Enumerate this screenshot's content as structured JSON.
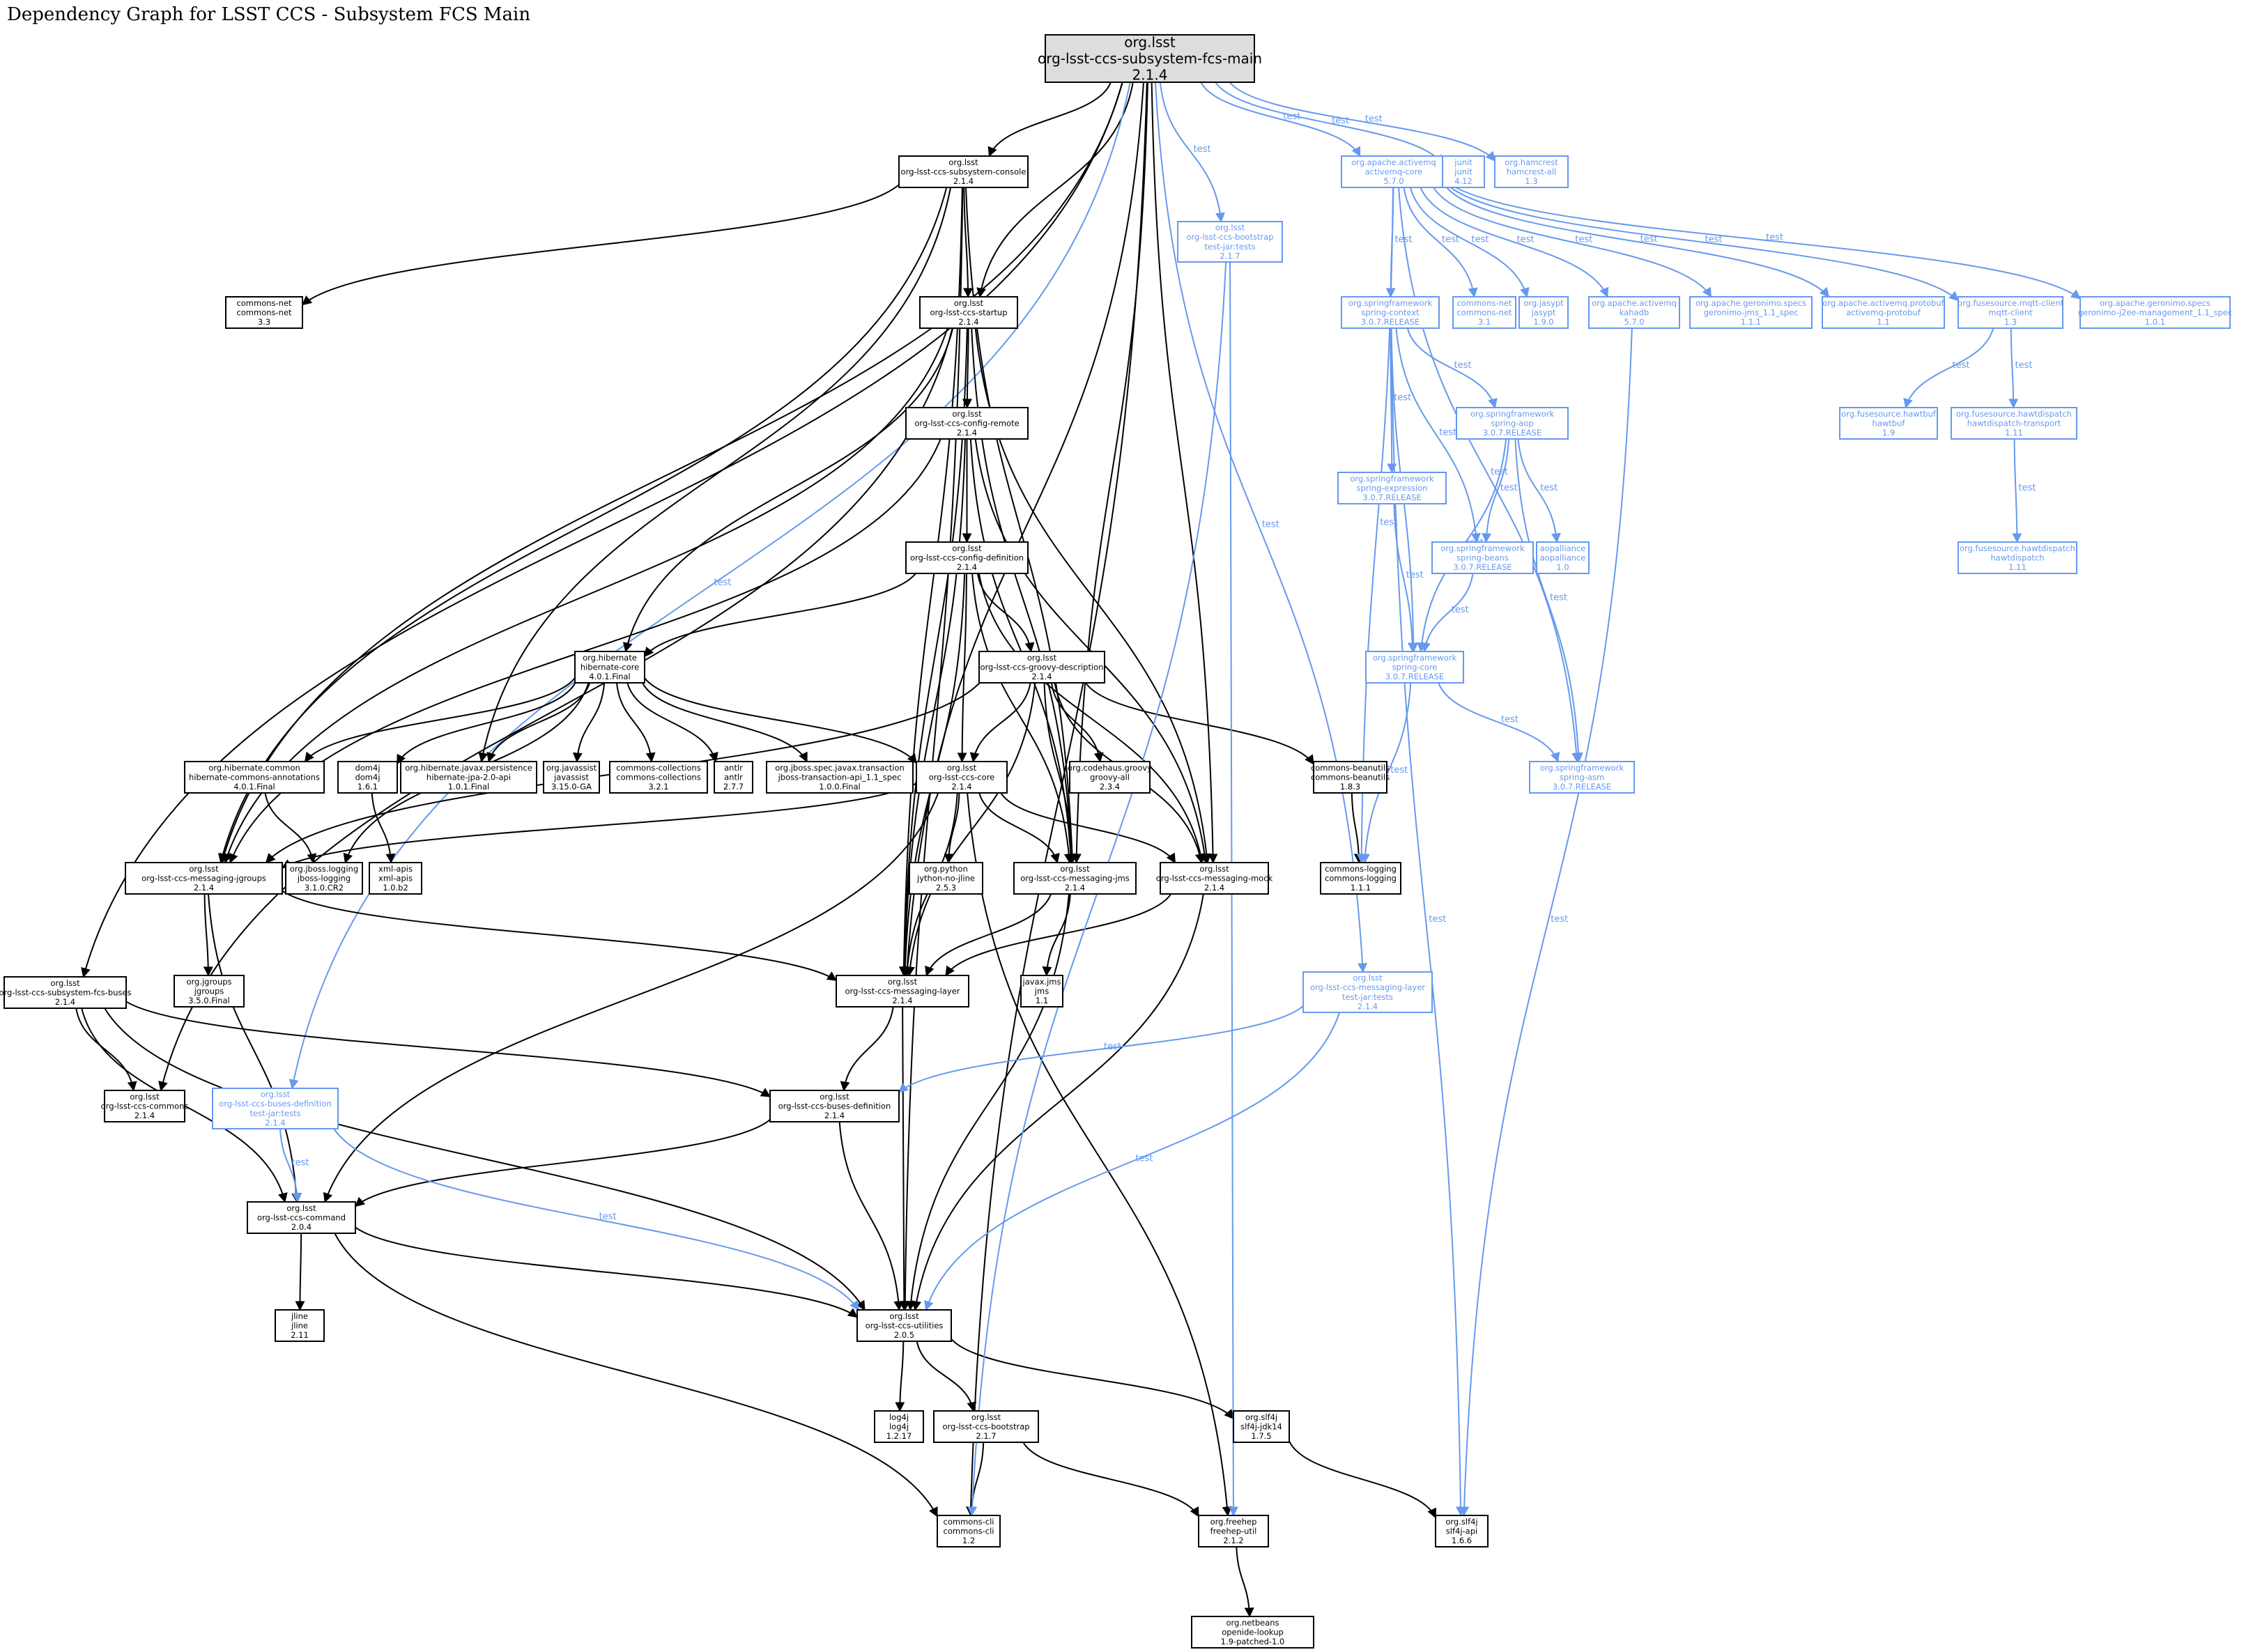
{
  "title": "Dependency Graph for LSST CCS - Subsystem FCS Main",
  "colors": {
    "compile": "#000000",
    "test": "#6699ee",
    "root_fill": "#dddddd",
    "node_fill": "#ffffff"
  },
  "edge_label_test": "test",
  "nodes": [
    {
      "id": "root",
      "lines": [
        "org.lsst",
        "org-lsst-ccs-subsystem-fcs-main",
        "2.1.4"
      ],
      "scope": "root"
    },
    {
      "id": "console",
      "lines": [
        "org.lsst",
        "org-lsst-ccs-subsystem-console",
        "2.1.4"
      ],
      "scope": "compile"
    },
    {
      "id": "bootstrap_tests",
      "lines": [
        "org.lsst",
        "org-lsst-ccs-bootstrap",
        "test-jar:tests",
        "2.1.7"
      ],
      "scope": "test"
    },
    {
      "id": "activemq_core",
      "lines": [
        "org.apache.activemq",
        "activemq-core",
        "5.7.0"
      ],
      "scope": "test"
    },
    {
      "id": "junit",
      "lines": [
        "junit",
        "junit",
        "4.12"
      ],
      "scope": "test"
    },
    {
      "id": "hamcrest",
      "lines": [
        "org.hamcrest",
        "hamcrest-all",
        "1.3"
      ],
      "scope": "test"
    },
    {
      "id": "commons_net",
      "lines": [
        "commons-net",
        "commons-net",
        "3.3"
      ],
      "scope": "compile"
    },
    {
      "id": "startup",
      "lines": [
        "org.lsst",
        "org-lsst-ccs-startup",
        "2.1.4"
      ],
      "scope": "compile"
    },
    {
      "id": "spring_context",
      "lines": [
        "org.springframework",
        "spring-context",
        "3.0.7.RELEASE"
      ],
      "scope": "test"
    },
    {
      "id": "commons_net_31",
      "lines": [
        "commons-net",
        "commons-net",
        "3.1"
      ],
      "scope": "test"
    },
    {
      "id": "jasypt",
      "lines": [
        "org.jasypt",
        "jasypt",
        "1.9.0"
      ],
      "scope": "test"
    },
    {
      "id": "kahadb",
      "lines": [
        "org.apache.activemq",
        "kahadb",
        "5.7.0"
      ],
      "scope": "test"
    },
    {
      "id": "geronimo_jms",
      "lines": [
        "org.apache.geronimo.specs",
        "geronimo-jms_1.1_spec",
        "1.1.1"
      ],
      "scope": "test"
    },
    {
      "id": "activemq_protobuf",
      "lines": [
        "org.apache.activemq.protobuf",
        "activemq-protobuf",
        "1.1"
      ],
      "scope": "test"
    },
    {
      "id": "mqtt_client",
      "lines": [
        "org.fusesource.mqtt-client",
        "mqtt-client",
        "1.3"
      ],
      "scope": "test"
    },
    {
      "id": "geronimo_mgmt",
      "lines": [
        "org.apache.geronimo.specs",
        "geronimo-j2ee-management_1.1_spec",
        "1.0.1"
      ],
      "scope": "test"
    },
    {
      "id": "config_remote",
      "lines": [
        "org.lsst",
        "org-lsst-ccs-config-remote",
        "2.1.4"
      ],
      "scope": "compile"
    },
    {
      "id": "spring_aop",
      "lines": [
        "org.springframework",
        "spring-aop",
        "3.0.7.RELEASE"
      ],
      "scope": "test"
    },
    {
      "id": "hawtbuf",
      "lines": [
        "org.fusesource.hawtbuf",
        "hawtbuf",
        "1.9"
      ],
      "scope": "test"
    },
    {
      "id": "hawtdispatch_transport",
      "lines": [
        "org.fusesource.hawtdispatch",
        "hawtdispatch-transport",
        "1.11"
      ],
      "scope": "test"
    },
    {
      "id": "spring_expression",
      "lines": [
        "org.springframework",
        "spring-expression",
        "3.0.7.RELEASE"
      ],
      "scope": "test"
    },
    {
      "id": "spring_beans",
      "lines": [
        "org.springframework",
        "spring-beans",
        "3.0.7.RELEASE"
      ],
      "scope": "test"
    },
    {
      "id": "aopalliance",
      "lines": [
        "aopalliance",
        "aopalliance",
        "1.0"
      ],
      "scope": "test"
    },
    {
      "id": "config_definition",
      "lines": [
        "org.lsst",
        "org-lsst-ccs-config-definition",
        "2.1.4"
      ],
      "scope": "compile"
    },
    {
      "id": "hawtdispatch",
      "lines": [
        "org.fusesource.hawtdispatch",
        "hawtdispatch",
        "1.11"
      ],
      "scope": "test"
    },
    {
      "id": "hibernate_core",
      "lines": [
        "org.hibernate",
        "hibernate-core",
        "4.0.1.Final"
      ],
      "scope": "compile"
    },
    {
      "id": "groovy_description",
      "lines": [
        "org.lsst",
        "org-lsst-ccs-groovy-description",
        "2.1.4"
      ],
      "scope": "compile"
    },
    {
      "id": "spring_core",
      "lines": [
        "org.springframework",
        "spring-core",
        "3.0.7.RELEASE"
      ],
      "scope": "test"
    },
    {
      "id": "hibernate_annotations",
      "lines": [
        "org.hibernate.common",
        "hibernate-commons-annotations",
        "4.0.1.Final"
      ],
      "scope": "compile"
    },
    {
      "id": "dom4j",
      "lines": [
        "dom4j",
        "dom4j",
        "1.6.1"
      ],
      "scope": "compile"
    },
    {
      "id": "jpa_api",
      "lines": [
        "org.hibernate.javax.persistence",
        "hibernate-jpa-2.0-api",
        "1.0.1.Final"
      ],
      "scope": "compile"
    },
    {
      "id": "javassist",
      "lines": [
        "org.javassist",
        "javassist",
        "3.15.0-GA"
      ],
      "scope": "compile"
    },
    {
      "id": "commons_collections",
      "lines": [
        "commons-collections",
        "commons-collections",
        "3.2.1"
      ],
      "scope": "compile"
    },
    {
      "id": "antlr",
      "lines": [
        "antlr",
        "antlr",
        "2.7.7"
      ],
      "scope": "compile"
    },
    {
      "id": "jboss_transaction",
      "lines": [
        "org.jboss.spec.javax.transaction",
        "jboss-transaction-api_1.1_spec",
        "1.0.0.Final"
      ],
      "scope": "compile"
    },
    {
      "id": "ccs_core",
      "lines": [
        "org.lsst",
        "org-lsst-ccs-core",
        "2.1.4"
      ],
      "scope": "compile"
    },
    {
      "id": "groovy_all",
      "lines": [
        "org.codehaus.groovy",
        "groovy-all",
        "2.3.4"
      ],
      "scope": "compile"
    },
    {
      "id": "commons_beanutils",
      "lines": [
        "commons-beanutils",
        "commons-beanutils",
        "1.8.3"
      ],
      "scope": "compile"
    },
    {
      "id": "spring_asm",
      "lines": [
        "org.springframework",
        "spring-asm",
        "3.0.7.RELEASE"
      ],
      "scope": "test"
    },
    {
      "id": "messaging_jgroups",
      "lines": [
        "org.lsst",
        "org-lsst-ccs-messaging-jgroups",
        "2.1.4"
      ],
      "scope": "compile"
    },
    {
      "id": "jboss_logging",
      "lines": [
        "org.jboss.logging",
        "jboss-logging",
        "3.1.0.CR2"
      ],
      "scope": "compile"
    },
    {
      "id": "xml_apis",
      "lines": [
        "xml-apis",
        "xml-apis",
        "1.0.b2"
      ],
      "scope": "compile"
    },
    {
      "id": "jython",
      "lines": [
        "org.python",
        "jython-no-jline",
        "2.5.3"
      ],
      "scope": "compile"
    },
    {
      "id": "messaging_jms",
      "lines": [
        "org.lsst",
        "org-lsst-ccs-messaging-jms",
        "2.1.4"
      ],
      "scope": "compile"
    },
    {
      "id": "messaging_mock",
      "lines": [
        "org.lsst",
        "org-lsst-ccs-messaging-mock",
        "2.1.4"
      ],
      "scope": "compile"
    },
    {
      "id": "commons_logging",
      "lines": [
        "commons-logging",
        "commons-logging",
        "1.1.1"
      ],
      "scope": "compile"
    },
    {
      "id": "jgroups",
      "lines": [
        "org.jgroups",
        "jgroups",
        "3.5.0.Final"
      ],
      "scope": "compile"
    },
    {
      "id": "messaging_layer",
      "lines": [
        "org.lsst",
        "org-lsst-ccs-messaging-layer",
        "2.1.4"
      ],
      "scope": "compile"
    },
    {
      "id": "javax_jms",
      "lines": [
        "javax.jms",
        "jms",
        "1.1"
      ],
      "scope": "compile"
    },
    {
      "id": "messaging_layer_tests",
      "lines": [
        "org.lsst",
        "org-lsst-ccs-messaging-layer",
        "test-jar:tests",
        "2.1.4"
      ],
      "scope": "test"
    },
    {
      "id": "fcs_buses",
      "lines": [
        "org.lsst",
        "org-lsst-ccs-subsystem-fcs-buses",
        "2.1.4"
      ],
      "scope": "compile"
    },
    {
      "id": "ccs_commons",
      "lines": [
        "org.lsst",
        "org-lsst-ccs-commons",
        "2.1.4"
      ],
      "scope": "compile"
    },
    {
      "id": "buses_def_tests",
      "lines": [
        "org.lsst",
        "org-lsst-ccs-buses-definition",
        "test-jar:tests",
        "2.1.4"
      ],
      "scope": "test"
    },
    {
      "id": "buses_definition",
      "lines": [
        "org.lsst",
        "org-lsst-ccs-buses-definition",
        "2.1.4"
      ],
      "scope": "compile"
    },
    {
      "id": "ccs_command",
      "lines": [
        "org.lsst",
        "org-lsst-ccs-command",
        "2.0.4"
      ],
      "scope": "compile"
    },
    {
      "id": "jline",
      "lines": [
        "jline",
        "jline",
        "2.11"
      ],
      "scope": "compile"
    },
    {
      "id": "ccs_utilities",
      "lines": [
        "org.lsst",
        "org-lsst-ccs-utilities",
        "2.0.5"
      ],
      "scope": "compile"
    },
    {
      "id": "log4j",
      "lines": [
        "log4j",
        "log4j",
        "1.2.17"
      ],
      "scope": "compile"
    },
    {
      "id": "ccs_bootstrap",
      "lines": [
        "org.lsst",
        "org-lsst-ccs-bootstrap",
        "2.1.7"
      ],
      "scope": "compile"
    },
    {
      "id": "slf4j_jdk14",
      "lines": [
        "org.slf4j",
        "slf4j-jdk14",
        "1.7.5"
      ],
      "scope": "compile"
    },
    {
      "id": "commons_cli",
      "lines": [
        "commons-cli",
        "commons-cli",
        "1.2"
      ],
      "scope": "compile"
    },
    {
      "id": "freehep_util",
      "lines": [
        "org.freehep",
        "freehep-util",
        "2.1.2"
      ],
      "scope": "compile"
    },
    {
      "id": "slf4j_api",
      "lines": [
        "org.slf4j",
        "slf4j-api",
        "1.6.6"
      ],
      "scope": "compile"
    },
    {
      "id": "openide_lookup",
      "lines": [
        "org.netbeans",
        "openide-lookup",
        "1.9-patched-1.0"
      ],
      "scope": "compile"
    }
  ],
  "edges": [
    [
      "root",
      "console",
      "compile"
    ],
    [
      "root",
      "startup",
      "compile"
    ],
    [
      "root",
      "fcs_buses",
      "compile"
    ],
    [
      "root",
      "messaging_jgroups",
      "compile"
    ],
    [
      "root",
      "messaging_jms",
      "compile"
    ],
    [
      "root",
      "messaging_mock",
      "compile"
    ],
    [
      "root",
      "messaging_layer",
      "compile"
    ],
    [
      "root",
      "commons_cli",
      "compile"
    ],
    [
      "root",
      "bootstrap_tests",
      "test"
    ],
    [
      "root",
      "activemq_core",
      "test"
    ],
    [
      "root",
      "junit",
      "test"
    ],
    [
      "root",
      "hamcrest",
      "test"
    ],
    [
      "root",
      "messaging_layer_tests",
      "test"
    ],
    [
      "root",
      "buses_def_tests",
      "test"
    ],
    [
      "console",
      "commons_net",
      "compile"
    ],
    [
      "console",
      "startup",
      "compile"
    ],
    [
      "console",
      "messaging_jgroups",
      "compile"
    ],
    [
      "console",
      "messaging_jms",
      "compile"
    ],
    [
      "console",
      "jpa_api",
      "compile"
    ],
    [
      "console",
      "messaging_layer",
      "compile"
    ],
    [
      "console",
      "ccs_utilities",
      "compile"
    ],
    [
      "startup",
      "config_remote",
      "compile"
    ],
    [
      "startup",
      "hibernate_core",
      "compile"
    ],
    [
      "startup",
      "messaging_jgroups",
      "compile"
    ],
    [
      "startup",
      "messaging_jms",
      "compile"
    ],
    [
      "startup",
      "messaging_mock",
      "compile"
    ],
    [
      "startup",
      "ccs_commons",
      "compile"
    ],
    [
      "startup",
      "messaging_layer",
      "compile"
    ],
    [
      "config_remote",
      "config_definition",
      "compile"
    ],
    [
      "config_remote",
      "messaging_jgroups",
      "compile"
    ],
    [
      "config_remote",
      "messaging_jms",
      "compile"
    ],
    [
      "config_remote",
      "messaging_mock",
      "compile"
    ],
    [
      "config_remote",
      "messaging_layer",
      "compile"
    ],
    [
      "config_definition",
      "hibernate_core",
      "compile"
    ],
    [
      "config_definition",
      "groovy_description",
      "compile"
    ],
    [
      "config_definition",
      "ccs_core",
      "compile"
    ],
    [
      "config_definition",
      "messaging_jms",
      "compile"
    ],
    [
      "config_definition",
      "messaging_mock",
      "compile"
    ],
    [
      "config_definition",
      "messaging_layer",
      "compile"
    ],
    [
      "hibernate_core",
      "hibernate_annotations",
      "compile"
    ],
    [
      "hibernate_core",
      "dom4j",
      "compile"
    ],
    [
      "hibernate_core",
      "jpa_api",
      "compile"
    ],
    [
      "hibernate_core",
      "javassist",
      "compile"
    ],
    [
      "hibernate_core",
      "commons_collections",
      "compile"
    ],
    [
      "hibernate_core",
      "antlr",
      "compile"
    ],
    [
      "hibernate_core",
      "jboss_transaction",
      "compile"
    ],
    [
      "hibernate_core",
      "jboss_logging",
      "compile"
    ],
    [
      "hibernate_core",
      "ccs_core",
      "compile"
    ],
    [
      "groovy_description",
      "ccs_core",
      "compile"
    ],
    [
      "groovy_description",
      "groovy_all",
      "compile"
    ],
    [
      "groovy_description",
      "commons_beanutils",
      "compile"
    ],
    [
      "groovy_description",
      "messaging_jgroups",
      "compile"
    ],
    [
      "groovy_description",
      "messaging_jms",
      "compile"
    ],
    [
      "groovy_description",
      "messaging_mock",
      "compile"
    ],
    [
      "groovy_description",
      "messaging_layer",
      "compile"
    ],
    [
      "hibernate_annotations",
      "jboss_logging",
      "compile"
    ],
    [
      "dom4j",
      "xml_apis",
      "compile"
    ],
    [
      "commons_beanutils",
      "commons_logging",
      "compile"
    ],
    [
      "ccs_core",
      "messaging_jgroups",
      "compile"
    ],
    [
      "ccs_core",
      "jython",
      "compile"
    ],
    [
      "ccs_core",
      "messaging_jms",
      "compile"
    ],
    [
      "ccs_core",
      "messaging_mock",
      "compile"
    ],
    [
      "ccs_core",
      "messaging_layer",
      "compile"
    ],
    [
      "ccs_core",
      "ccs_command",
      "compile"
    ],
    [
      "ccs_core",
      "freehep_util",
      "compile"
    ],
    [
      "messaging_jgroups",
      "jgroups",
      "compile"
    ],
    [
      "messaging_jgroups",
      "messaging_layer",
      "compile"
    ],
    [
      "messaging_jgroups",
      "ccs_command",
      "compile"
    ],
    [
      "messaging_jms",
      "javax_jms",
      "compile"
    ],
    [
      "messaging_jms",
      "messaging_layer",
      "compile"
    ],
    [
      "messaging_jms",
      "ccs_utilities",
      "compile"
    ],
    [
      "messaging_mock",
      "messaging_layer",
      "compile"
    ],
    [
      "messaging_mock",
      "ccs_utilities",
      "compile"
    ],
    [
      "messaging_layer",
      "buses_definition",
      "compile"
    ],
    [
      "messaging_layer",
      "ccs_utilities",
      "compile"
    ],
    [
      "fcs_buses",
      "ccs_commons",
      "compile"
    ],
    [
      "fcs_buses",
      "buses_definition",
      "compile"
    ],
    [
      "fcs_buses",
      "ccs_command",
      "compile"
    ],
    [
      "fcs_buses",
      "ccs_utilities",
      "compile"
    ],
    [
      "buses_definition",
      "ccs_command",
      "compile"
    ],
    [
      "buses_definition",
      "ccs_utilities",
      "compile"
    ],
    [
      "ccs_command",
      "jline",
      "compile"
    ],
    [
      "ccs_command",
      "ccs_utilities",
      "compile"
    ],
    [
      "ccs_command",
      "commons_cli",
      "compile"
    ],
    [
      "ccs_utilities",
      "log4j",
      "compile"
    ],
    [
      "ccs_utilities",
      "ccs_bootstrap",
      "compile"
    ],
    [
      "ccs_utilities",
      "slf4j_jdk14",
      "compile"
    ],
    [
      "ccs_bootstrap",
      "commons_cli",
      "compile"
    ],
    [
      "ccs_bootstrap",
      "freehep_util",
      "compile"
    ],
    [
      "slf4j_jdk14",
      "slf4j_api",
      "compile"
    ],
    [
      "freehep_util",
      "openide_lookup",
      "compile"
    ],
    [
      "bootstrap_tests",
      "commons_cli",
      "test"
    ],
    [
      "bootstrap_tests",
      "freehep_util",
      "test"
    ],
    [
      "activemq_core",
      "spring_context",
      "test"
    ],
    [
      "activemq_core",
      "commons_net_31",
      "test"
    ],
    [
      "activemq_core",
      "jasypt",
      "test"
    ],
    [
      "activemq_core",
      "kahadb",
      "test"
    ],
    [
      "activemq_core",
      "geronimo_jms",
      "test"
    ],
    [
      "activemq_core",
      "activemq_protobuf",
      "test"
    ],
    [
      "activemq_core",
      "mqtt_client",
      "test"
    ],
    [
      "activemq_core",
      "geronimo_mgmt",
      "test"
    ],
    [
      "activemq_core",
      "spring_asm",
      "test"
    ],
    [
      "activemq_core",
      "commons_logging",
      "test"
    ],
    [
      "spring_context",
      "spring_expression",
      "test"
    ],
    [
      "spring_context",
      "spring_aop",
      "test"
    ],
    [
      "spring_context",
      "spring_beans",
      "test"
    ],
    [
      "spring_context",
      "spring_core",
      "test"
    ],
    [
      "spring_context",
      "slf4j_api",
      "test"
    ],
    [
      "spring_aop",
      "spring_beans",
      "test"
    ],
    [
      "spring_aop",
      "aopalliance",
      "test"
    ],
    [
      "spring_aop",
      "spring_core",
      "test"
    ],
    [
      "spring_aop",
      "spring_asm",
      "test"
    ],
    [
      "spring_expression",
      "spring_core",
      "test"
    ],
    [
      "spring_beans",
      "spring_core",
      "test"
    ],
    [
      "spring_core",
      "spring_asm",
      "test"
    ],
    [
      "spring_core",
      "commons_logging",
      "test"
    ],
    [
      "kahadb",
      "slf4j_api",
      "test"
    ],
    [
      "mqtt_client",
      "hawtbuf",
      "test"
    ],
    [
      "mqtt_client",
      "hawtdispatch_transport",
      "test"
    ],
    [
      "hawtdispatch_transport",
      "hawtdispatch",
      "test"
    ],
    [
      "messaging_layer_tests",
      "buses_definition",
      "test"
    ],
    [
      "messaging_layer_tests",
      "ccs_utilities",
      "test"
    ],
    [
      "buses_def_tests",
      "ccs_command",
      "test"
    ],
    [
      "buses_def_tests",
      "ccs_utilities",
      "test"
    ]
  ]
}
